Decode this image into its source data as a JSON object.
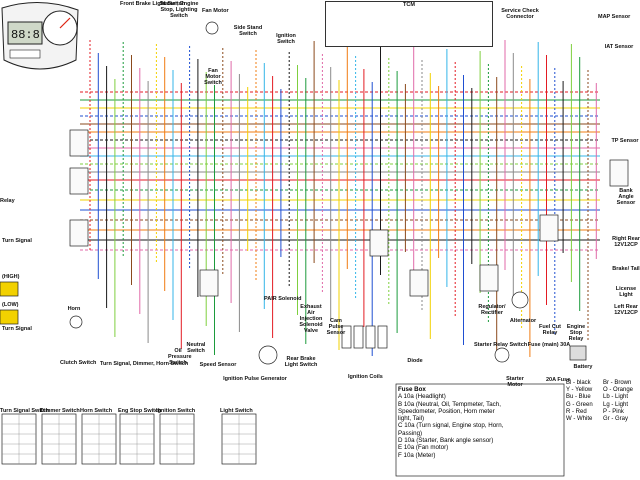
{
  "labels": {
    "front_brake_light_switch": "Front Brake Light Switch",
    "starter_engine_stop_lighting_switch": "Starter, Engine Stop, Lighting Switch",
    "fan_motor": "Fan Motor",
    "fan_motor_switch": "Fan Motor Switch",
    "side_stand_switch": "Side Stand Switch",
    "ignition_switch": "Ignition Switch",
    "tcm": "TCM",
    "service_check_connector": "Service Check Connector",
    "map_sensor": "MAP Sensor",
    "iat_sensor": "IAT Sensor",
    "tp_sensor": "TP Sensor",
    "bank_angle_sensor": "Bank Angle Sensor",
    "relay": "Relay",
    "turn_signal_left": "Turn Signal",
    "hi_left": "(HIGH)",
    "lo_left": "(LOW)",
    "turn_signal_left2": "Turn Signal",
    "horn": "Horn",
    "clutch_switch": "Clutch Switch",
    "turn_signal_dimmer_horn_switch": "Turn Signal, Dimmer, Horn Switch",
    "oil_pressure_switch": "Oil Pressure Switch",
    "neutral_switch": "Neutral Switch",
    "speed_sensor": "Speed Sensor",
    "ignition_pulse_generator": "Ignition Pulse Generator",
    "rear_brake_light_switch": "Rear Brake Light Switch",
    "purge_control_solenoid": "PAIR Solenoid",
    "exhaust_air_injection_solenoid": "Exhaust Air Injection Solenoid Valve",
    "cam_pulse_generator": "Cam Pulse Sensor",
    "ignition_coils": "Ignition Coils",
    "regulator_rectifier": "Regulator/ Rectifier",
    "alternator": "Alternator",
    "fuel_cut_relay": "Fuel Cut Relay",
    "engine_stop_relay": "Engine Stop Relay",
    "starter_relay_switch": "Starter Relay Switch",
    "fuse_main": "Fuse (main) 30A",
    "starter_motor": "Starter Motor",
    "battery": "Battery",
    "fuse_20a": "20A Fuse",
    "diode": "Diode",
    "right_rear": "Right Rear 12V12CP",
    "brake_tail": "Brake/ Tail",
    "license_light": "License Light",
    "left_rear": "Left Rear 12V12CP",
    "turn_signal_switch": "Turn Signal Switch",
    "dimmer_switch": "Dimmer Switch",
    "horn_switch": "Horn Switch",
    "eng_stop_switch": "Eng Stop Switch",
    "ignition_switch_table": "Ignition Switch",
    "light_switch_table": "Light Switch"
  },
  "fuse_box": {
    "title": "Fuse Box",
    "lines": [
      "A  10a (Headlight)",
      "B  10a (Neutral, Oil, Tempmeter, Tach,",
      "        Speedometer, Position, Horn meter",
      "        light, Tail)",
      "C  10a (Turn signal, Engine stop, Horn,",
      "        Passing)",
      "D  10a (Starter, Bank angle sensor)",
      "E  10a (Fan motor)",
      "F  10a (Meter)"
    ]
  },
  "color_key": [
    [
      "Bl - black",
      "Br - Brown"
    ],
    [
      "Y - Yellow",
      "O - Orange"
    ],
    [
      "Bu - Blue",
      "Lb - Light"
    ],
    [
      "G - Green",
      "Lg - Light"
    ],
    [
      "R - Red",
      "P - Pink"
    ],
    [
      "W - White",
      "Gr - Gray"
    ]
  ],
  "colors": {
    "wire_red": "#e31b23",
    "wire_green": "#1c9b3c",
    "wire_yellow": "#f2d100",
    "wire_blue": "#1f4fd1",
    "wire_brown": "#8a4a1c",
    "wire_orange": "#f07c12",
    "wire_black": "#1a1a1a",
    "wire_pink": "#e06aa8",
    "wire_lightblue": "#34b5e8",
    "wire_lightgreen": "#7fcf3f",
    "wire_gray": "#8a8a8a"
  }
}
